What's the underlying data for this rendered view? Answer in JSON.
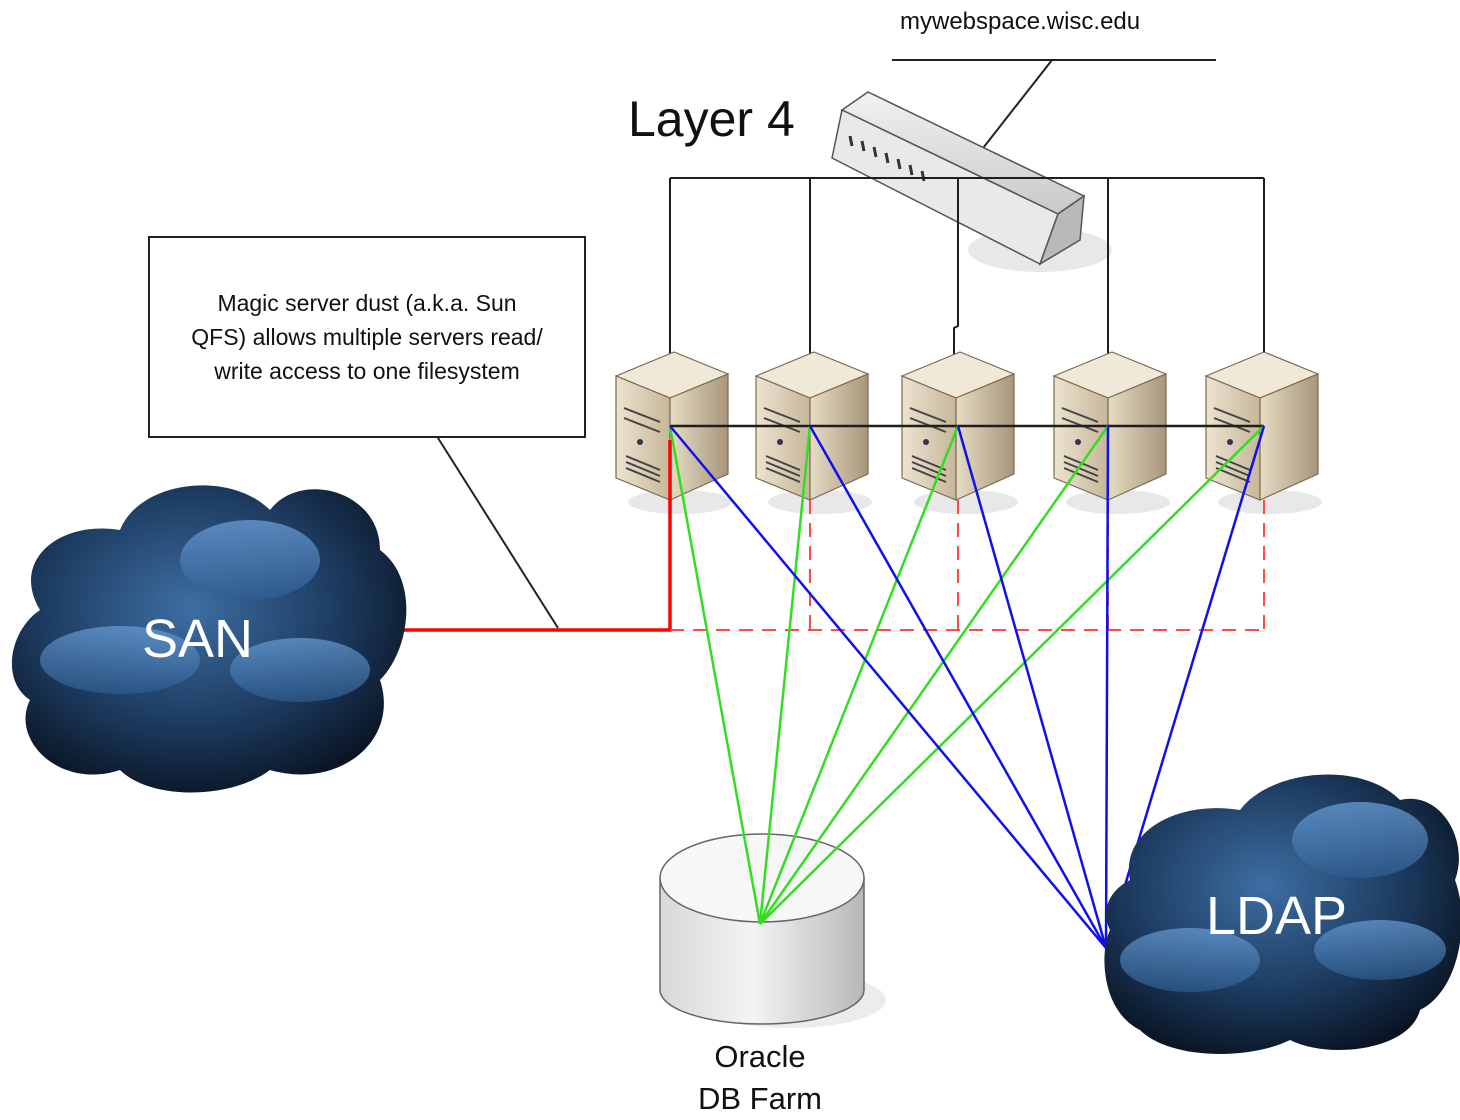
{
  "labels": {
    "domain": "mywebspace.wisc.edu",
    "layer4": "Layer 4",
    "note": "Magic server dust (a.k.a. Sun\nQFS) allows multiple servers read/\nwrite access to one filesystem",
    "san": "SAN",
    "ldap": "LDAP",
    "db": "Oracle\nDB Farm"
  },
  "colors": {
    "san_link": "#ff0000",
    "san_dashed": "#ff4a4a",
    "db_links": "#33dd22",
    "ldap_links": "#1010ee",
    "network": "#1e1e1e",
    "cloud_dark": "#16314f",
    "cloud_light": "#4f88c4"
  },
  "icons": {
    "load_balancer": "switch-appliance-icon",
    "server": "tower-server-icon",
    "database": "database-cylinder-icon",
    "cloud": "network-cloud-icon"
  },
  "servers": [
    "server-1",
    "server-2",
    "server-3",
    "server-4",
    "server-5"
  ]
}
